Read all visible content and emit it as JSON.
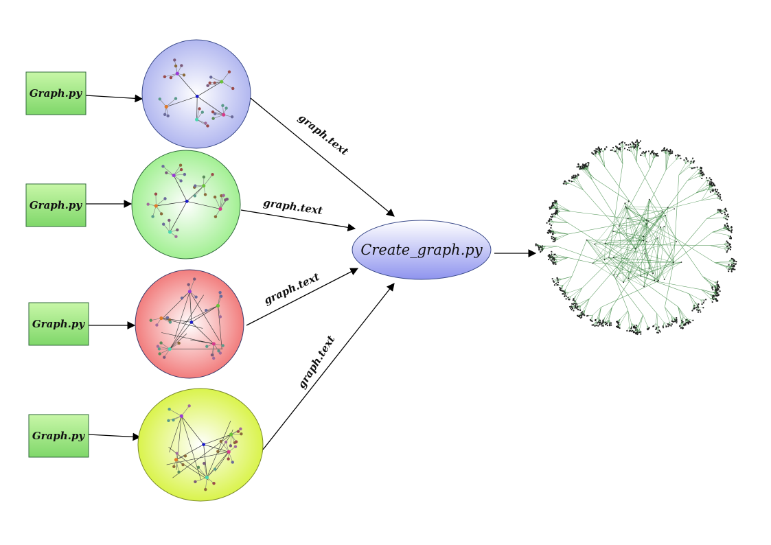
{
  "sources": [
    {
      "label": "Graph.py"
    },
    {
      "label": "Graph.py"
    },
    {
      "label": "Graph.py"
    },
    {
      "label": "Graph.py"
    }
  ],
  "subgraphs": [
    {
      "color": "#aab0ee"
    },
    {
      "color": "#99ee88"
    },
    {
      "color": "#f07070"
    },
    {
      "color": "#d6f23a"
    }
  ],
  "edge_labels": [
    "graph.text",
    "graph.text",
    "graph.text",
    "graph.text"
  ],
  "merge_node": {
    "label": "Create_graph.py",
    "color": "#8f94ee"
  },
  "output": {
    "color": "#3f8a45"
  }
}
